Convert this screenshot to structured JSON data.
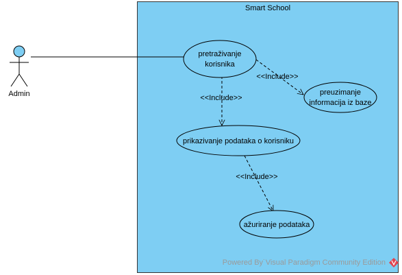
{
  "diagram": {
    "system_boundary": {
      "title": "Smart School",
      "fill": "#7ecef3",
      "stroke": "#333333"
    },
    "actor": {
      "label": "Admin",
      "head_fill": "#7ecef3"
    },
    "use_cases": [
      {
        "id": "pretrazivanje",
        "lines": [
          "pretraživanje",
          "korisnika"
        ]
      },
      {
        "id": "preuzimanje",
        "lines": [
          "preuzimanje",
          "informacija iz baze"
        ]
      },
      {
        "id": "prikazivanje",
        "lines": [
          "prikazivanje podataka o korisniku"
        ]
      },
      {
        "id": "azuriranje",
        "lines": [
          "ažuriranje podataka"
        ]
      }
    ],
    "relationships": [
      {
        "from": "pretrazivanje",
        "to": "preuzimanje",
        "label": "<<Include>>"
      },
      {
        "from": "pretrazivanje",
        "to": "prikazivanje",
        "label": "<<Include>>"
      },
      {
        "from": "prikazivanje",
        "to": "azuriranje",
        "label": "<<Include>>"
      }
    ],
    "association": {
      "from": "actor",
      "to": "pretrazivanje"
    },
    "watermark": {
      "text": "Powered By˙Visual Paradigm Community Edition",
      "logo_color": "#e0434f"
    }
  }
}
